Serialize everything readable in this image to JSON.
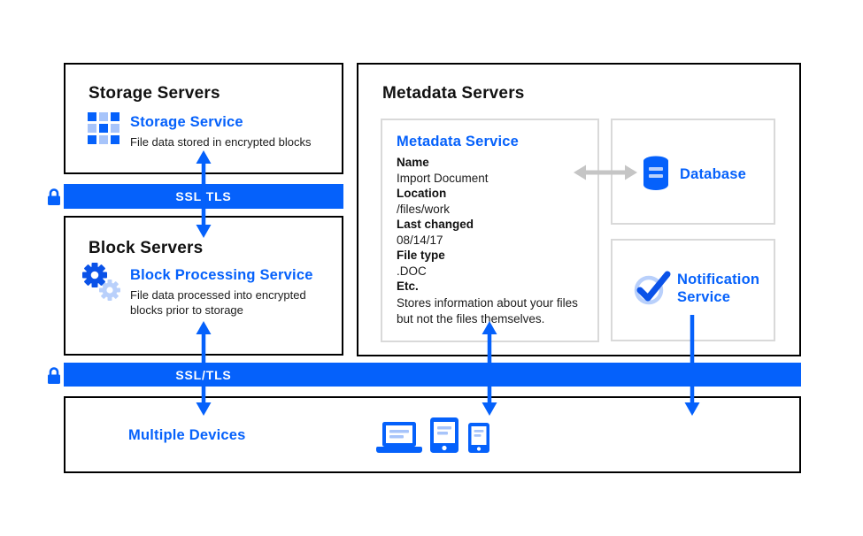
{
  "colors": {
    "primary_blue": "#0561fb",
    "light_blue": "#a7c4fa",
    "gray_arrow": "#c5c5c5",
    "panel_border": "#d9d9d9",
    "box_border": "#000000"
  },
  "storage_servers": {
    "title": "Storage Servers",
    "service": "Storage Service",
    "description": "File data stored in encrypted blocks"
  },
  "block_servers": {
    "title": "Block Servers",
    "service": "Block Processing Service",
    "description": "File data processed into encrypted blocks prior to storage"
  },
  "metadata_servers": {
    "title": "Metadata Servers",
    "service": "Metadata Service",
    "fields": [
      {
        "label": "Name",
        "value": "Import Document"
      },
      {
        "label": "Location",
        "value": "/files/work"
      },
      {
        "label": "Last changed",
        "value": "08/14/17"
      },
      {
        "label": "File type",
        "value": ".DOC"
      }
    ],
    "etc_label": "Etc.",
    "note": "Stores information about your files but not the files themselves.",
    "database": {
      "label": "Database"
    },
    "notification": {
      "label": "Notification Service"
    }
  },
  "ssl_bars": {
    "top": {
      "label": "SSL/TLS"
    },
    "bottom": {
      "label": "SSL/TLS"
    }
  },
  "devices": {
    "label": "Multiple Devices"
  },
  "icons": [
    "lock-icon",
    "storage-grid-icon",
    "gears-icon",
    "database-icon",
    "check-circle-icon",
    "laptop-icon",
    "tablet-icon",
    "phone-icon",
    "up-arrow",
    "down-arrow",
    "double-arrow"
  ]
}
